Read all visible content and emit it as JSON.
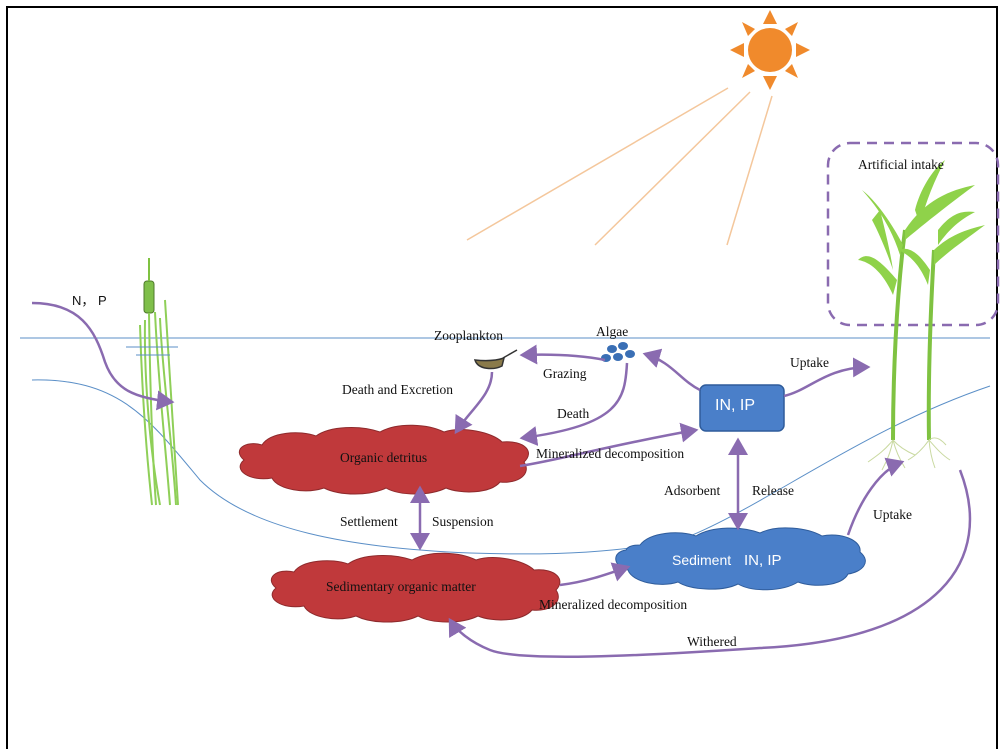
{
  "colors": {
    "arrow": "#8a6bb0",
    "water_line": "#5b8fc7",
    "cloud_red": "#c0393b",
    "cloud_blue": "#4a7fc9",
    "box_blue": "#4a7fc9",
    "plant_green": "#7fc241",
    "sun_orange": "#f08a2c",
    "dashed_box": "#8a6bb0"
  },
  "labels": {
    "n_p_input": "N， P",
    "zooplankton": "Zooplankton",
    "algae": "Algae",
    "grazing": "Grazing",
    "death_and_excretion": "Death and Excretion",
    "death": "Death",
    "uptake_top": "Uptake",
    "in_ip_box": "IN, IP",
    "organic_detritus": "Organic detritus",
    "mineralized_decomposition_top": "Mineralized decomposition",
    "adsorbent": "Adsorbent",
    "release": "Release",
    "settlement": "Settlement",
    "suspension": "Suspension",
    "sediment_label": "Sediment",
    "sediment_in_ip": "IN, IP",
    "sedimentary_organic_matter": "Sedimentary organic matter",
    "mineralized_decomposition_bottom": "Mineralized decomposition",
    "uptake_right": "Uptake",
    "withered": "Withered",
    "artificial_intake": "Artificial intake"
  }
}
